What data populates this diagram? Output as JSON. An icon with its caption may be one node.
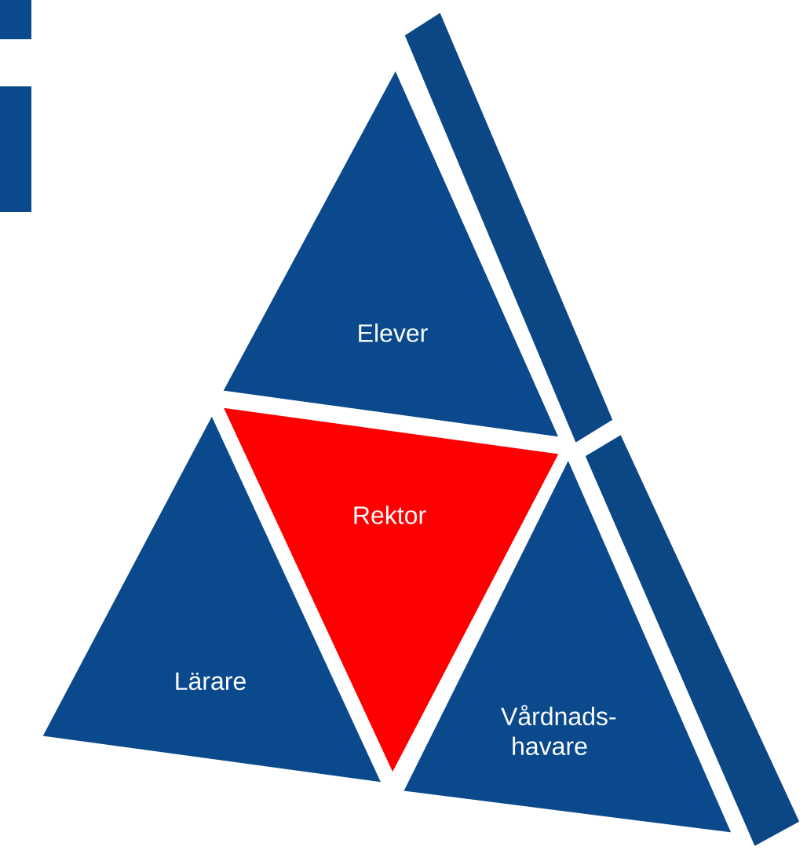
{
  "diagram": {
    "nodes": [
      {
        "text": [
          "Elever"
        ]
      },
      {
        "text": [
          "Rektor"
        ]
      },
      {
        "text": [
          "Lärare"
        ]
      },
      {
        "text": [
          "Vårdnads- havare"
        ]
      }
    ]
  }
}
